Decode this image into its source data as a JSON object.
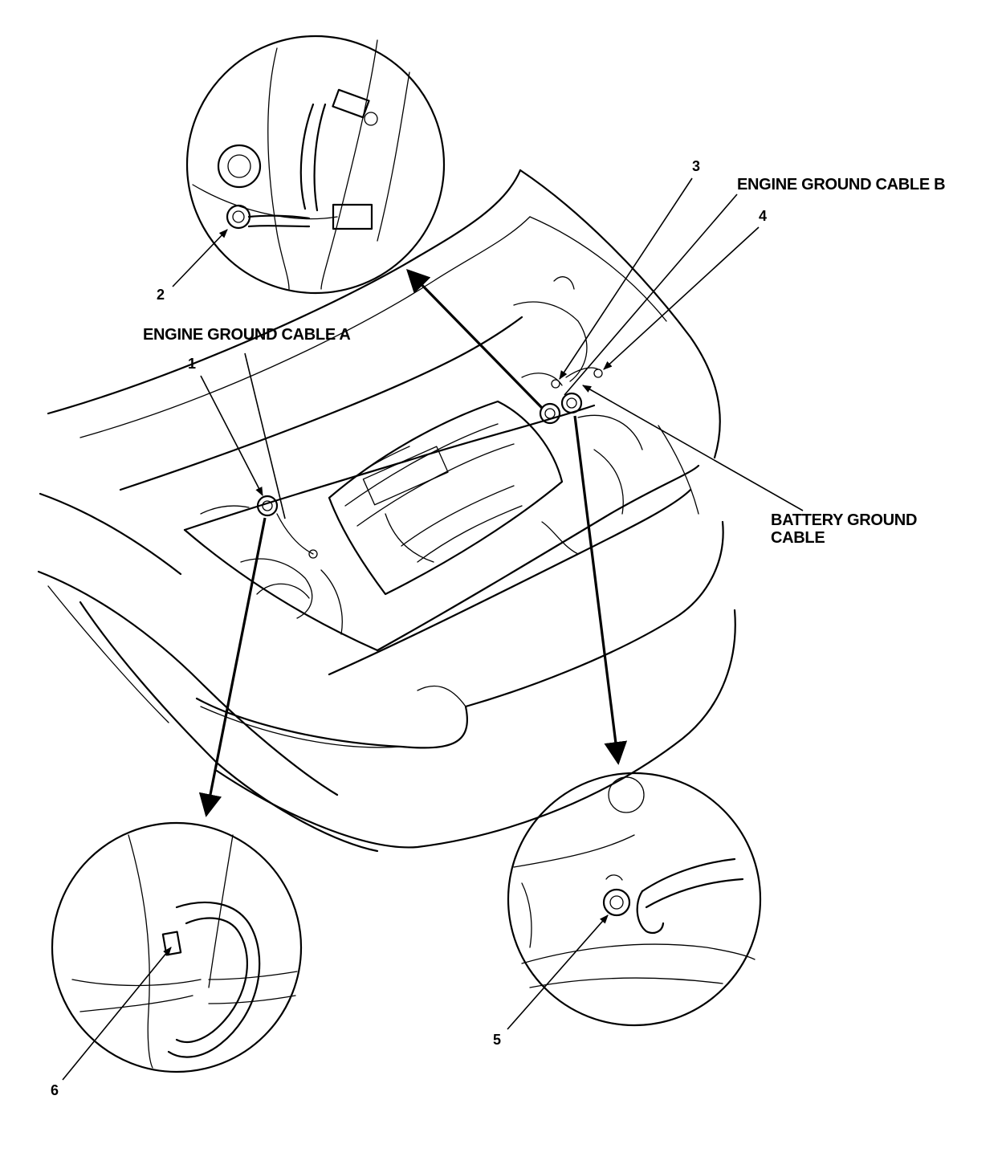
{
  "callouts": {
    "n1": "1",
    "n2": "2",
    "n3": "3",
    "n4": "4",
    "n5": "5",
    "n6": "6"
  },
  "labels": {
    "engine_ground_cable_a": "ENGINE GROUND CABLE A",
    "engine_ground_cable_b": "ENGINE GROUND CABLE B",
    "battery_ground_cable_line1": "BATTERY GROUND",
    "battery_ground_cable_line2": "CABLE"
  }
}
